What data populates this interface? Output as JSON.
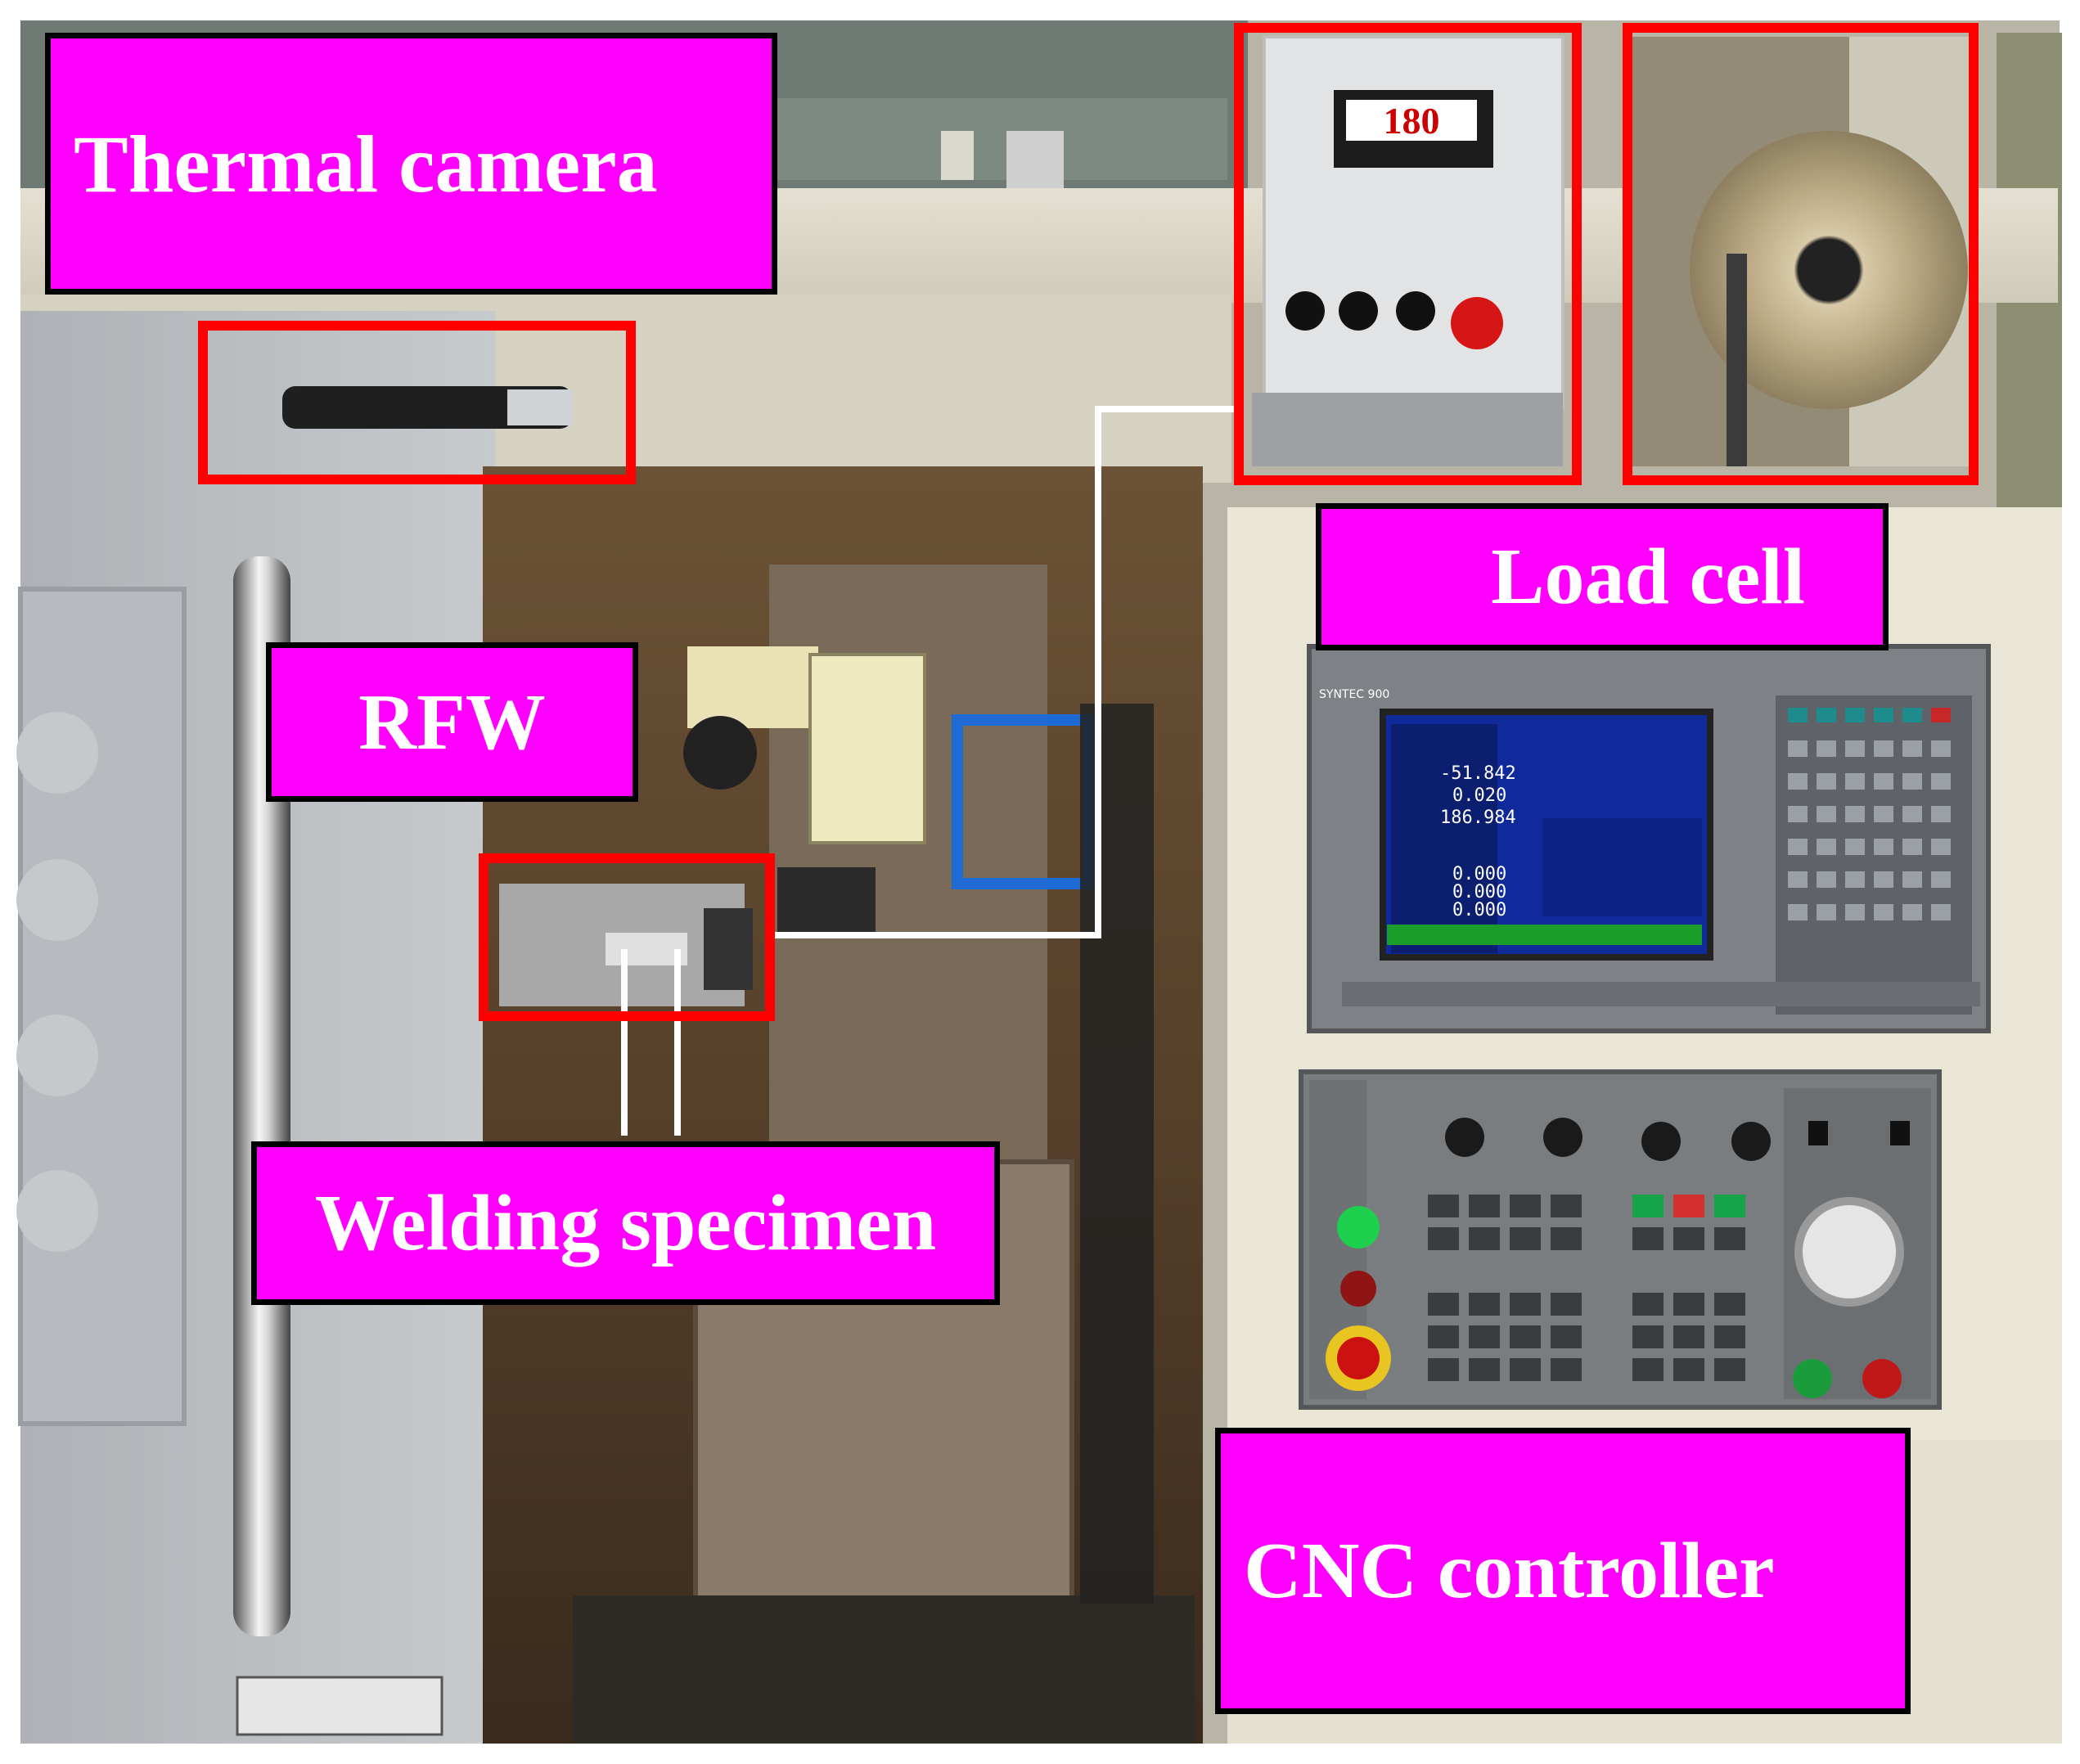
{
  "labels": {
    "thermal_camera": "Thermal camera",
    "load_cell": "Load cell",
    "rfw": "RFW",
    "welding_specimen": "Welding specimen",
    "cnc_controller": "CNC controller"
  },
  "load_cell_display": {
    "value": "180"
  },
  "cnc_screen": {
    "brand": "SYNTEC 900",
    "x_value": "-51.842",
    "y_value": "0.020",
    "z_value": "186.984",
    "a_value": "0.000",
    "b_value": "0.000",
    "c_value": "0.000"
  },
  "colors": {
    "label_fill": "#ff00ff",
    "label_border": "#000000",
    "highlight_frame": "#ff0000",
    "leader_line": "#ffffff"
  }
}
